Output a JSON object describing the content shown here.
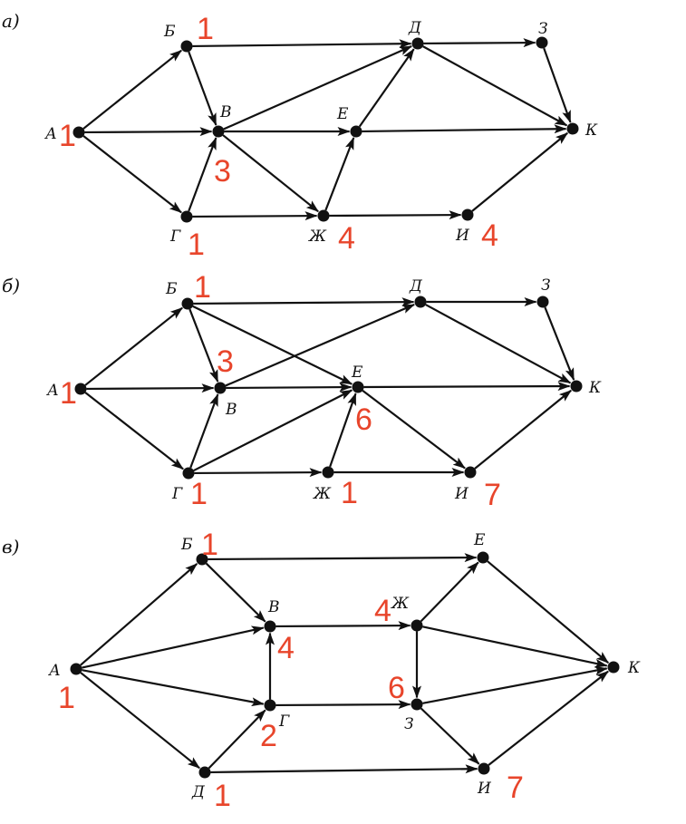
{
  "colors": {
    "ink": "#111111",
    "count": "#e8452b",
    "background": "#ffffff"
  },
  "diagrams": [
    {
      "id": "a",
      "part_label": "а)",
      "nodes": [
        {
          "id": "A",
          "label": "А",
          "count": "1"
        },
        {
          "id": "B",
          "label": "Б",
          "count": "1"
        },
        {
          "id": "V",
          "label": "В",
          "count": "3"
        },
        {
          "id": "G",
          "label": "Г",
          "count": "1"
        },
        {
          "id": "D",
          "label": "Д",
          "count": ""
        },
        {
          "id": "E",
          "label": "Е",
          "count": ""
        },
        {
          "id": "Zh",
          "label": "Ж",
          "count": "4"
        },
        {
          "id": "Z",
          "label": "З",
          "count": ""
        },
        {
          "id": "I",
          "label": "И",
          "count": "4"
        },
        {
          "id": "K",
          "label": "К",
          "count": ""
        }
      ],
      "edges": [
        [
          "A",
          "B"
        ],
        [
          "A",
          "V"
        ],
        [
          "A",
          "G"
        ],
        [
          "B",
          "D"
        ],
        [
          "B",
          "V"
        ],
        [
          "G",
          "V"
        ],
        [
          "G",
          "Zh"
        ],
        [
          "V",
          "D"
        ],
        [
          "V",
          "E"
        ],
        [
          "V",
          "Zh"
        ],
        [
          "Zh",
          "E"
        ],
        [
          "Zh",
          "I"
        ],
        [
          "E",
          "D"
        ],
        [
          "E",
          "K"
        ],
        [
          "D",
          "Z"
        ],
        [
          "D",
          "K"
        ],
        [
          "Z",
          "K"
        ],
        [
          "I",
          "K"
        ]
      ]
    },
    {
      "id": "b",
      "part_label": "б)",
      "nodes": [
        {
          "id": "A",
          "label": "А",
          "count": "1"
        },
        {
          "id": "B",
          "label": "Б",
          "count": "1"
        },
        {
          "id": "V",
          "label": "В",
          "count": "3"
        },
        {
          "id": "G",
          "label": "Г",
          "count": "1"
        },
        {
          "id": "D",
          "label": "Д",
          "count": ""
        },
        {
          "id": "E",
          "label": "Е",
          "count": "6"
        },
        {
          "id": "Zh",
          "label": "Ж",
          "count": "1"
        },
        {
          "id": "Z",
          "label": "З",
          "count": ""
        },
        {
          "id": "I",
          "label": "И",
          "count": "7"
        },
        {
          "id": "K",
          "label": "К",
          "count": ""
        }
      ],
      "edges": [
        [
          "A",
          "B"
        ],
        [
          "A",
          "V"
        ],
        [
          "A",
          "G"
        ],
        [
          "B",
          "D"
        ],
        [
          "B",
          "V"
        ],
        [
          "B",
          "E"
        ],
        [
          "G",
          "V"
        ],
        [
          "G",
          "E"
        ],
        [
          "G",
          "Zh"
        ],
        [
          "V",
          "D"
        ],
        [
          "V",
          "E"
        ],
        [
          "Zh",
          "E"
        ],
        [
          "Zh",
          "I"
        ],
        [
          "E",
          "I"
        ],
        [
          "E",
          "K"
        ],
        [
          "D",
          "Z"
        ],
        [
          "D",
          "K"
        ],
        [
          "Z",
          "K"
        ],
        [
          "I",
          "K"
        ]
      ]
    },
    {
      "id": "v",
      "part_label": "в)",
      "nodes": [
        {
          "id": "A",
          "label": "А",
          "count": "1"
        },
        {
          "id": "B",
          "label": "Б",
          "count": "1"
        },
        {
          "id": "V",
          "label": "В",
          "count": "4"
        },
        {
          "id": "G",
          "label": "Г",
          "count": "2"
        },
        {
          "id": "D",
          "label": "Д",
          "count": "1"
        },
        {
          "id": "E",
          "label": "Е",
          "count": ""
        },
        {
          "id": "Zh",
          "label": "Ж",
          "count": "4"
        },
        {
          "id": "Z",
          "label": "З",
          "count": "6"
        },
        {
          "id": "I",
          "label": "И",
          "count": "7"
        },
        {
          "id": "K",
          "label": "К",
          "count": ""
        }
      ],
      "edges": [
        [
          "A",
          "B"
        ],
        [
          "A",
          "V"
        ],
        [
          "A",
          "G"
        ],
        [
          "A",
          "D"
        ],
        [
          "B",
          "E"
        ],
        [
          "B",
          "V"
        ],
        [
          "G",
          "V"
        ],
        [
          "D",
          "G"
        ],
        [
          "G",
          "Z"
        ],
        [
          "D",
          "I"
        ],
        [
          "V",
          "Zh"
        ],
        [
          "Zh",
          "E"
        ],
        [
          "Zh",
          "K"
        ],
        [
          "Zh",
          "Z"
        ],
        [
          "E",
          "K"
        ],
        [
          "Z",
          "K"
        ],
        [
          "Z",
          "I"
        ],
        [
          "I",
          "K"
        ]
      ]
    }
  ]
}
